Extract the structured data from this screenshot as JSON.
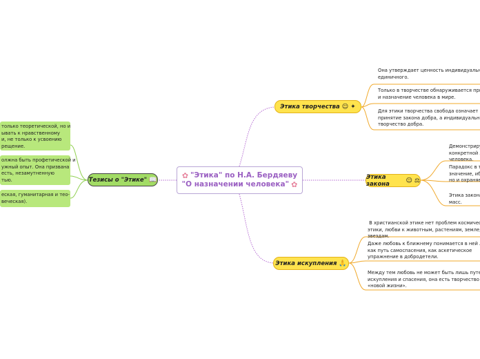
{
  "central": {
    "line1": "\"Этика\" по Н.А. Бердяеву",
    "line2": "\"О назначении человека\"",
    "icon": "flower-icon"
  },
  "branches": {
    "creativity": {
      "label": "Этика творчества",
      "icons": [
        "person-icon",
        "sparkle-icon"
      ],
      "leaves": [
        "Она утверждает ценность индивидуального\nединичного.",
        "Только в творчестве обнаруживается приз\nи назначение человека в мире.",
        "Для этики творчества свобода означает не\nпринятие закона добра, а индивидуальное\nтворчество добра."
      ]
    },
    "law": {
      "label": "Этика закона",
      "icons": [
        "person-icon",
        "scales-icon"
      ],
      "leaves": [
        "Демонстриру\nконкретной л\nчеловека.",
        "Парадокс в то\nзначение, ибо\nно и охраняет",
        "Этика закона\nмасс."
      ]
    },
    "redemption": {
      "label": "Этика искупления",
      "icons": [
        "praying-hands-icon"
      ],
      "leaves": [
        " В христианской этике нет проблем космическ\nэтики, любви к животным, растениям, земле,\nзвездам.",
        "Даже любовь к ближнему понимается в ней ли\nкак путь самоспасения, как аскетическое\nупражнение в добродетели.",
        "Между тем любовь не может быть лишь путем\nискупления и спасения, она есть творчество\n«новой жизни»."
      ]
    },
    "theses": {
      "label": "Тезисы о \"Этике\"",
      "icons": [
        "book-icon"
      ],
      "leaves": [
        "только теоретической, но и\nывать к нравственному\nи, не только к усвоению\nрещение.",
        "олжна быть профетической и\nужный опыт. Она призвана\nесть, незамутненную\nтью.",
        "еская, гуманитарная и тео-\nвеческая)."
      ]
    }
  },
  "colors": {
    "branch_yellow": "#ffe34d",
    "branch_green": "#a2dc65",
    "leaf_green": "#b8e87c",
    "connector_purple": "#b46ad2",
    "central_text": "#9a5fc2",
    "leaf_line_orange": "#f0a82a",
    "leaf_line_green": "#8fcf4f"
  }
}
